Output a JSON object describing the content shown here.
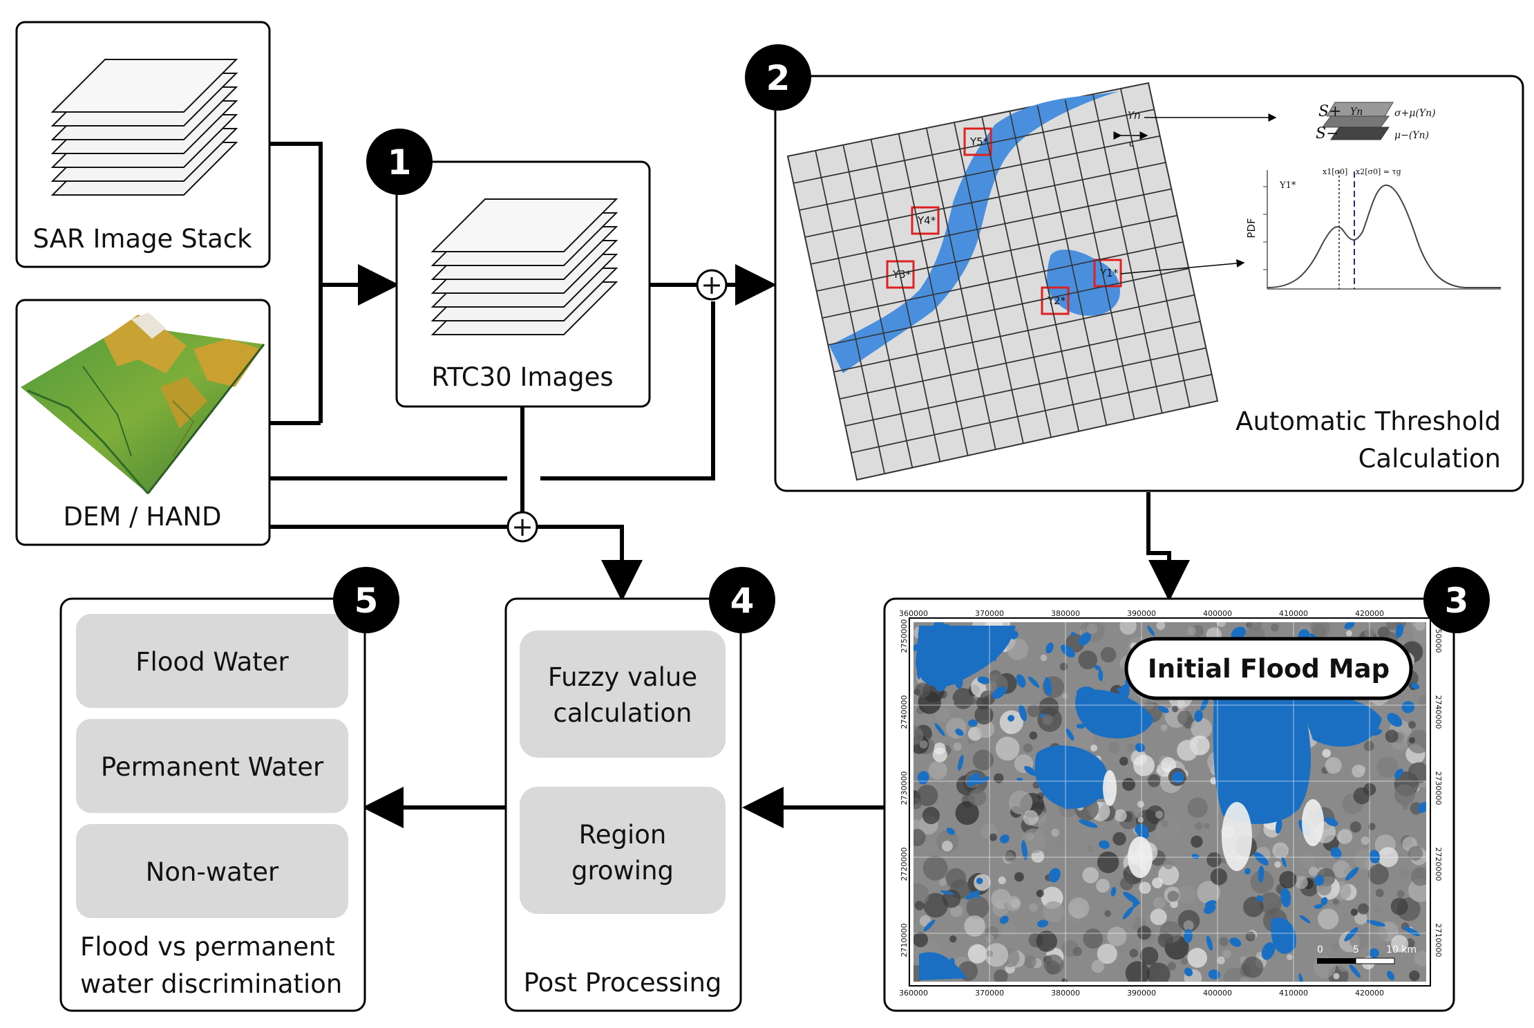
{
  "boxes": {
    "sar": {
      "label": "SAR Image Stack"
    },
    "dem": {
      "label": "DEM / HAND"
    },
    "rtc": {
      "number": "1",
      "label": "RTC30 Images"
    },
    "threshold": {
      "number": "2",
      "label_line1": "Automatic Threshold",
      "label_line2": "Calculation"
    },
    "floodmap": {
      "number": "3",
      "label": "Initial Flood Map"
    },
    "post": {
      "number": "4",
      "item1_line1": "Fuzzy value",
      "item1_line2": "calculation",
      "item2_line1": "Region",
      "item2_line2": "growing",
      "label": "Post Processing"
    },
    "discrim": {
      "number": "5",
      "items": [
        "Flood Water",
        "Permanent Water",
        "Non-water"
      ],
      "label_line1": "Flood vs permanent",
      "label_line2": "water discrimination"
    }
  },
  "plus_symbol": "+",
  "grid_labels": {
    "y5": "Y5*",
    "y4": "Y4*",
    "y3": "Y3*",
    "y2": "Y2*",
    "y1": "Y1*",
    "yn": "Yn",
    "c": "c"
  },
  "inset": {
    "s_plus": "S+",
    "s_minus": "S−",
    "yn": "Yn",
    "sigma": "σ+μ(Yn)",
    "mu": "μ−(Yn)",
    "pdf_ylabel": "PDF",
    "y1": "Y1*",
    "x1_label": "x1[σ0]",
    "x2_label": "x2[σ0] = τg"
  },
  "map": {
    "x_ticks": [
      "360000",
      "370000",
      "380000",
      "390000",
      "400000",
      "410000",
      "420000"
    ],
    "y_ticks": [
      "2750000",
      "2740000",
      "2730000",
      "2720000",
      "2710000"
    ],
    "scale_labels": [
      "0",
      "5",
      "10 km"
    ]
  },
  "colors": {
    "water": "#1a6fc2",
    "river": "#4a8fde",
    "grid_bg": "#dcdcdc",
    "redbox": "#e02020",
    "badge": "#000000"
  }
}
